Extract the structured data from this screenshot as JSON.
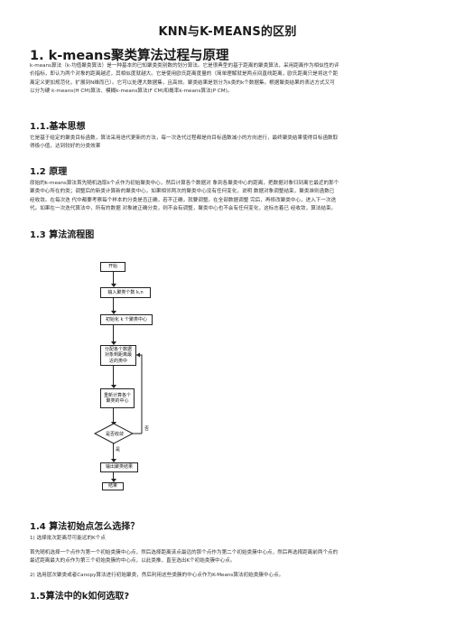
{
  "doc_title": "KNN与K-MEANS的区别",
  "section1": {
    "heading": "1. k-means聚类算法过程与原理",
    "intro_lines": [
      "k-means算法（k-均值聚类算法）是一种基本的已知聚类类别数的划分算法。它是很典型的基于距离的聚类算法，采用距离作为相似性的评",
      "价指标，即认为两个对象的距离越近，其相似度就越大。它是使用欧氏距离度量的（简单理解就是两点间直线距离，欧氏距离只是将这个距",
      "离定义更加规范化，扩展到N维而已）。它可以处理大数据集，且高效。聚类结果是划分为k类的k个数据集。根据聚类结果的表达方式又可",
      "以分为硬 k-means(H CM)算法、模糊k-means算法(F CM)和概率k-means算法(P CM)。"
    ]
  },
  "section1_1": {
    "heading": "1.1.基本思想",
    "lines": [
      "它是基于给定的聚类目标函数，算法采用迭代更新的方法，每一次迭代过程都是向目标函数减小的方向进行，最终聚类结果使得目标函数取",
      "得极小值，达到较好的分类效果"
    ]
  },
  "section1_2": {
    "heading": "1.2 原理",
    "lines": [
      "原始的k-means算法首先随机选取k个点作为初始聚类中心，然后计算各个数据对 象到各聚类中心的距离，把数据对象归到离它最近的那个",
      "聚类中心所在的类；调整后的新类计算新的聚类中心，如果相邻两次的聚类中心没有任何变化，说明 数据对象调整结束，聚类准则函数已",
      "经收敛。在每次迭 代中都要考察每个样本的分类是否正确，若不正确，就要调整。在全部数据调整 完后，再修改聚类中心，进入下一次迭",
      "代。如果在一次迭代算法中，所有的数据 对象被正确分类，则不会有调整，聚类中心也不会有任何变化，这标志着已 经收敛，算法结束。"
    ]
  },
  "section1_3": {
    "heading": "1.3 算法流程图",
    "flow": {
      "start": "开始",
      "input": "输入聚类个数 k,n",
      "init": "初始化 k 个聚类中心",
      "assign": "分配各个数据对象到距离最近的类中",
      "recalc": "重新计算各个聚类的中心",
      "converge": "是否收敛",
      "yes": "是",
      "no": "否",
      "output": "输出聚类结果",
      "end": "结束"
    }
  },
  "section1_4": {
    "heading": "1.4 算法初始点怎么选择？",
    "lines": [
      "1) 选择批次距离尽可能远的K个点",
      "首先随机选择一个点作为第一个初始类簇中心点，然后选择距离该点最远的那个点作为第二个初始类簇中心点，然后再选择距离前两个点的",
      "最近距离最大的点作为第三个初始类簇的中心点，以此类推，直至选出K个初始类簇中心点。",
      "2) 选用层次聚类或者Canopy算法进行初始聚类，然后利用这些类簇的中心点作为K-Means算法初始类簇中心点。"
    ]
  },
  "section1_5": {
    "heading": "1.5算法中的k如何选取?"
  }
}
